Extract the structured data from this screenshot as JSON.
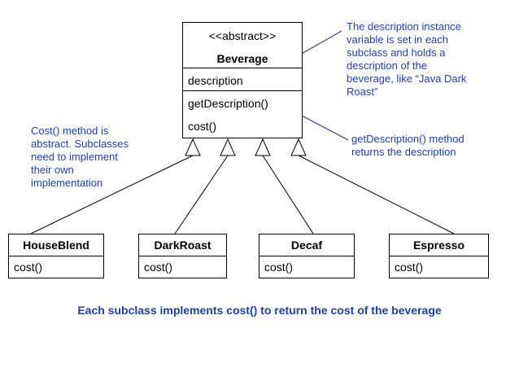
{
  "beverage": {
    "stereotype": "<<abstract>>",
    "name": "Beverage",
    "attribute": "description",
    "method1": "getDescription()",
    "method2": "cost()"
  },
  "subclasses": [
    {
      "name": "HouseBlend",
      "method": "cost()"
    },
    {
      "name": "DarkRoast",
      "method": "cost()"
    },
    {
      "name": "Decaf",
      "method": "cost()"
    },
    {
      "name": "Espresso",
      "method": "cost()"
    }
  ],
  "notes": {
    "description_note": "The description instance\nvariable is set in each\nsubclass and holds a\ndescription of the\nbeverage, like “Java Dark\nRoast”",
    "getdescription_note": "getDescription() method\nreturns the description",
    "cost_note": "Cost() method is\nabstract.  Subclasses\nneed to implement\ntheir own\nimplementation"
  },
  "footer": "Each subclass implements cost() to return the cost of the beverage",
  "colors": {
    "note_text": "#1f3fb5",
    "arrow": "#3a3a9a",
    "footer_text": "#1a3fa8"
  }
}
